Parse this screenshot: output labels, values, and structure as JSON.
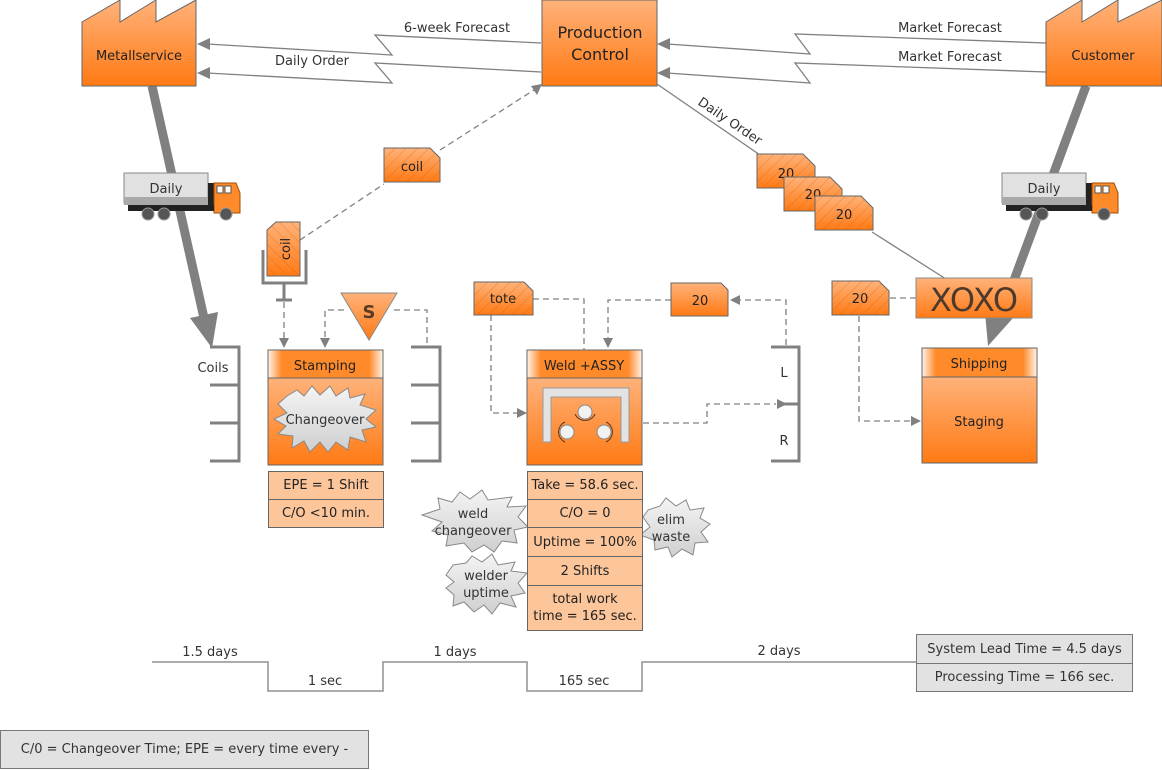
{
  "colors": {
    "orange_top": "#ffb27a",
    "orange_bottom": "#ff7a14",
    "data_box": "#fdc59a",
    "gray_arrow": "#808080",
    "kaizen_gray": "#e6e6e6"
  },
  "entities": {
    "supplier": "Metallservice",
    "control": "Production\nControl",
    "control_line1": "Production",
    "control_line2": "Control",
    "customer": "Customer"
  },
  "info_flows": {
    "supplier_forecast": "6-week Forecast",
    "supplier_order": "Daily Order",
    "customer_forecast_1": "Market Forecast",
    "customer_forecast_2": "Market Forecast",
    "daily_order_diag": "Daily Order"
  },
  "trucks": {
    "inbound": "Daily",
    "outbound": "Daily"
  },
  "kanbans": {
    "coil_signal": "coil",
    "coil_post": "coil",
    "tote": "tote",
    "weld_kanban": "20",
    "production_stack": [
      "20",
      "20",
      "20"
    ],
    "shipping_kanban": "20"
  },
  "supermarkets": {
    "coils_label": "Coils",
    "lr_top": "L",
    "lr_bottom": "R"
  },
  "signal_kanban": "S",
  "load_leveling": "XOXO",
  "processes": [
    {
      "name": "Stamping",
      "burst": "Changeover",
      "data": [
        "EPE = 1 Shift",
        "C/O <10 min."
      ]
    },
    {
      "name": "Weld +ASSY",
      "data": [
        "Take = 58.6 sec.",
        "C/O = 0",
        "Uptime = 100%",
        "2 Shifts",
        "total work time = 165 sec."
      ],
      "data_lines": [
        [
          "Take = 58.6 sec."
        ],
        [
          "C/O = 0"
        ],
        [
          "Uptime = 100%"
        ],
        [
          "2 Shifts"
        ],
        [
          "total work",
          "time = 165 sec."
        ]
      ]
    },
    {
      "name": "Shipping",
      "body": "Staging"
    }
  ],
  "kaizen_bursts": {
    "weld_changeover": [
      "weld",
      "changeover"
    ],
    "welder_uptime": [
      "welder",
      "uptime"
    ],
    "elim_waste": [
      "elim",
      "waste"
    ]
  },
  "timeline": {
    "wait_times": [
      "1.5 days",
      "1 days",
      "2 days"
    ],
    "process_times": [
      "1 sec",
      "165 sec"
    ],
    "system_lead_time": "System Lead Time = 4.5 days",
    "processing_time": "Processing Time = 166 sec."
  },
  "legend": "C/0 = Changeover Time; EPE = every time every -"
}
